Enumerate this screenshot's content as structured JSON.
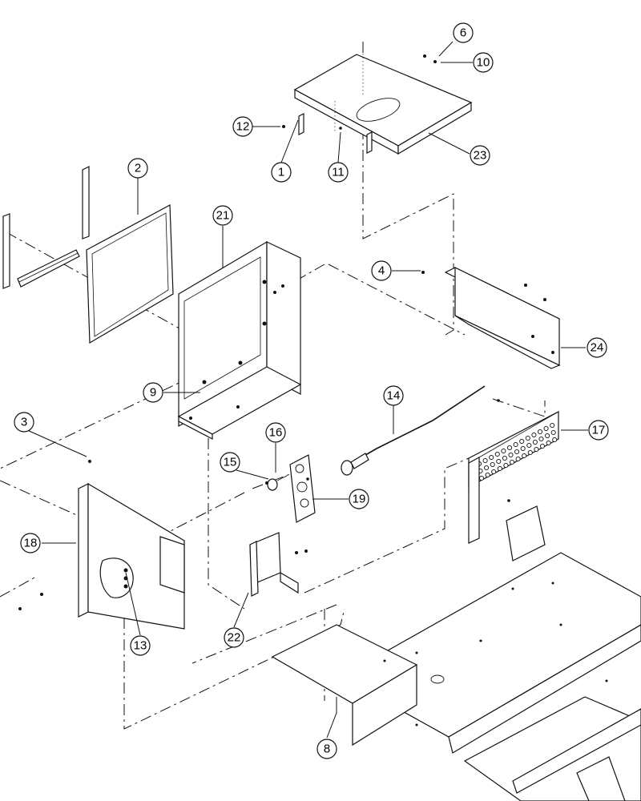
{
  "callouts": {
    "c1": "1",
    "c2": "2",
    "c3": "3",
    "c4": "4",
    "c6": "6",
    "c8": "8",
    "c9": "9",
    "c10": "10",
    "c11": "11",
    "c12": "12",
    "c13": "13",
    "c14": "14",
    "c15": "15",
    "c16": "16",
    "c17": "17",
    "c18": "18",
    "c19": "19",
    "c21": "21",
    "c22": "22",
    "c23": "23",
    "c24": "24"
  }
}
